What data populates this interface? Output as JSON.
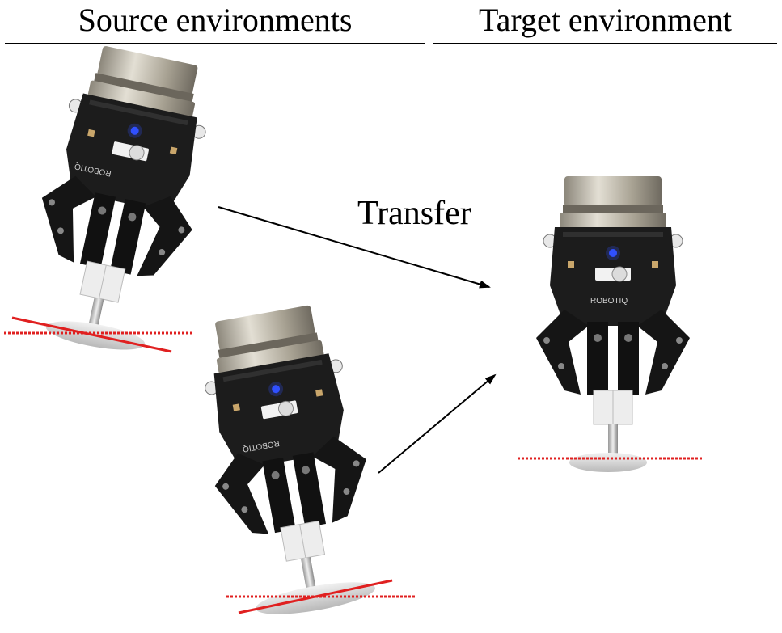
{
  "headings": {
    "source": "Source environments",
    "target": "Target environment"
  },
  "transfer_label": "Transfer",
  "gripper_logo_text": "ROBOTIQ",
  "colors": {
    "reference_line": "#e02020",
    "arrow": "#000000",
    "gripper_body": "#1a1a1a",
    "gripper_flange": "#b9b3a4",
    "indicator_led": "#3050ff"
  },
  "images": [
    {
      "name": "source-gripper-tilted-left",
      "tilt_deg": 12,
      "surface_tilt_deg": 10
    },
    {
      "name": "source-gripper-tilted-right",
      "tilt_deg": -10,
      "surface_tilt_deg": -10
    },
    {
      "name": "target-gripper-upright",
      "tilt_deg": 0,
      "surface_tilt_deg": 0
    }
  ]
}
